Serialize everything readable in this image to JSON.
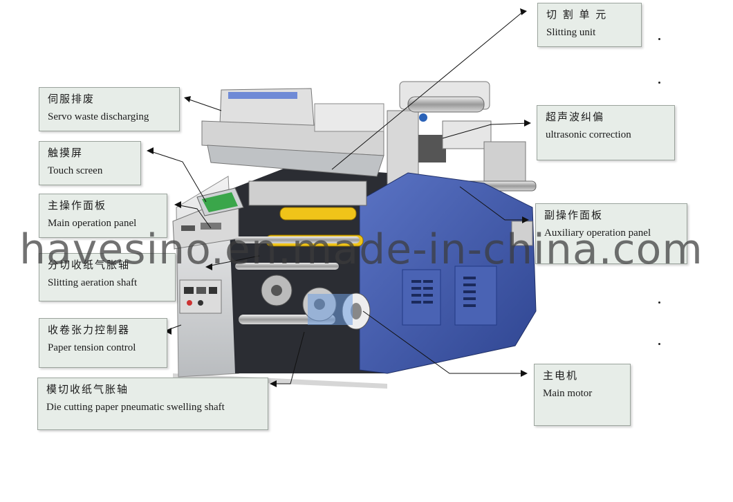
{
  "labels": {
    "slitting_unit": {
      "zh": "切 割 单 元",
      "en": "Slitting unit"
    },
    "servo_waste": {
      "zh": "伺服排废",
      "en": "Servo waste discharging"
    },
    "touch_screen": {
      "zh": "触摸屏",
      "en": "Touch screen"
    },
    "main_panel": {
      "zh": "主操作面板",
      "en": "Main operation panel"
    },
    "slitting_shaft": {
      "zh": "分切收纸气胀轴",
      "en": "Slitting aeration shaft"
    },
    "paper_tension": {
      "zh": "收卷张力控制器",
      "en": "Paper tension control"
    },
    "die_cutting": {
      "zh": "模切收纸气胀轴",
      "en": "Die cutting paper pneumatic swelling shaft"
    },
    "ultrasonic": {
      "zh": "超声波纠偏",
      "en": "ultrasonic correction"
    },
    "aux_panel": {
      "zh": "副操作面板",
      "en": "Auxiliary operation panel"
    },
    "main_motor": {
      "zh": "主电机",
      "en": "Main motor"
    }
  },
  "watermark": "havesino.en.made-in-china.com",
  "colors": {
    "machine_blue": "#3d56a8",
    "label_bg": "#e7ede8",
    "touch_screen_green": "#3aa64a",
    "roller_yellow": "#f0c419"
  }
}
